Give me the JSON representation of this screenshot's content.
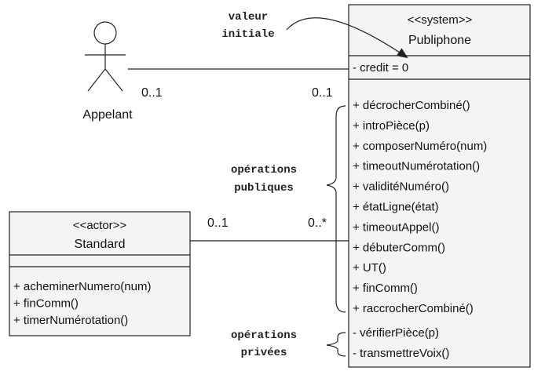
{
  "publiphone": {
    "stereotype": "<<system>>",
    "name": "Publiphone",
    "attributes": [
      "- credit = 0"
    ],
    "public_operations": [
      "+ décrocherCombiné()",
      "+ introPièce(p)",
      "+ composerNuméro(num)",
      "+ timeoutNumérotation()",
      "+ validitéNuméro()",
      "+ étatLigne(état)",
      "+ timeoutAppel()",
      "+ débuterComm()",
      "+ UT()",
      "+ finComm()",
      "+ raccrocherCombiné()"
    ],
    "private_operations": [
      "- vérifierPièce(p)",
      "- transmettreVoix()"
    ]
  },
  "standard": {
    "stereotype": "<<actor>>",
    "name": "Standard",
    "operations": [
      "+ acheminerNumero(num)",
      "+ finComm()",
      "+ timerNumérotation()"
    ]
  },
  "actor": {
    "name": "Appelant"
  },
  "multiplicities": {
    "appelant_end": "0..1",
    "publiphone_appelant_end": "0..1",
    "standard_end": "0..1",
    "publiphone_standard_end": "0..*"
  },
  "annotations": {
    "initial_value": [
      "valeur",
      "initiale"
    ],
    "public_ops": [
      "opérations",
      "publiques"
    ],
    "private_ops": [
      "opérations",
      "privées"
    ]
  }
}
